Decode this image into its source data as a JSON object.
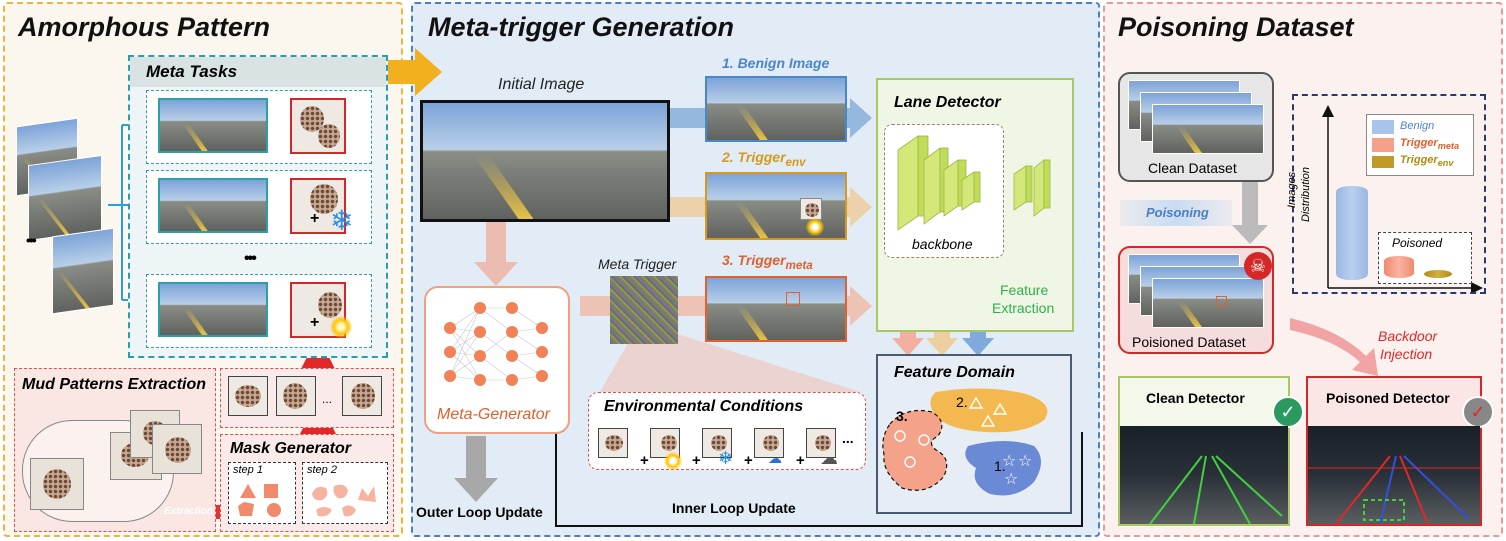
{
  "panels": {
    "amorphous": {
      "title": "Amorphous Pattern"
    },
    "meta": {
      "title": "Meta-trigger Generation"
    },
    "poison": {
      "title": "Poisoning Dataset"
    }
  },
  "amorphous": {
    "meta_tasks": "Meta Tasks",
    "ellipsis_dots": "•••",
    "mud_extraction": "Mud Patterns Extraction",
    "extraction": "Extraction",
    "mask_generator": "Mask Generator",
    "step1": "step 1",
    "step2": "step 2",
    "plus": "+",
    "ellipsis": "..."
  },
  "meta": {
    "initial_image": "Initial Image",
    "benign": "1. Benign Image",
    "trigger_env_prefix": "2. Trigger",
    "trigger_env_sub": "env",
    "trigger_meta_prefix": "3. Trigger",
    "trigger_meta_sub": "meta",
    "meta_trigger": "Meta Trigger",
    "meta_generator": "Meta-Generator",
    "lane_detector": "Lane Detector",
    "backbone": "backbone",
    "feature_extraction_1": "Feature",
    "feature_extraction_2": "Extraction",
    "feature_domain": "Feature Domain",
    "env_conditions": "Environmental Conditions",
    "outer_loop": "Outer Loop Update",
    "inner_loop": "Inner Loop Update",
    "fd_1": "1.",
    "fd_2": "2.",
    "fd_3": "3.",
    "ellipsis": "..."
  },
  "poison": {
    "clean_dataset": "Clean Dataset",
    "poisoning": "Poisoning",
    "poisoned_dataset": "Poisioned Dataset",
    "backdoor_1": "Backdoor",
    "backdoor_2": "Injection",
    "clean_detector": "Clean Detector",
    "poisoned_detector": "Poisoned Detector",
    "chart_ylabel_1": "Images",
    "chart_ylabel_2": "Distribution",
    "legend_benign": "Benign",
    "legend_meta_prefix": "Trigger",
    "legend_meta_sub": "meta",
    "legend_env_prefix": "Trigger",
    "legend_env_sub": "env",
    "poisoned_label": "Poisoned"
  },
  "colors": {
    "amber": "#f0b43c",
    "blue_border": "#4a7fc0",
    "red_dashed": "#e58c8c",
    "benign": "#4a86c8",
    "trigger_env": "#d49a1c",
    "trigger_meta": "#e0602e",
    "feature_green": "#2bb04a",
    "backdoor_red": "#e02828"
  }
}
